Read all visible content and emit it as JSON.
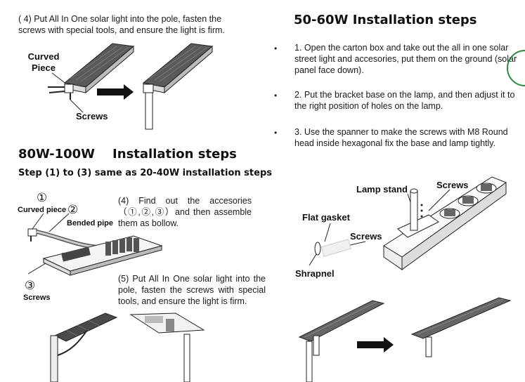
{
  "top_left": {
    "step4_text": "( 4) Put All In One solar light into the pole, fasten the screws with special tools, and ensure the light is firm.",
    "labels": {
      "curved_piece": "Curved Piece",
      "screws": "Screws"
    }
  },
  "section_50_60": {
    "title": "50-60W Installation steps",
    "bullet": "•",
    "steps": [
      "1. Open the carton box and take out the all in one solar street light and accesories, put them on the ground (solar panel face down).",
      "2. Put the bracket base on the lamp, and then adjust it to the right position of holes on the lamp.",
      "3. Use the spanner to make the screws with M8 Round head inside hexagonal fix the base and lamp tightly."
    ],
    "labels": {
      "lamp_stand": "Lamp stand",
      "screws_top": "Screws",
      "flat_gasket": "Flat gasket",
      "screws_mid": "Screws",
      "shrapnel": "Shrapnel"
    }
  },
  "section_80_100": {
    "title": "80W-100W    Installation steps",
    "subtitle": "Step (1) to (3) same as 20-40W installation steps",
    "step4_text": "(4) Find out the accesories（①,②,③）and then assemble them as bollow.",
    "step5_text": "(5) Put All In One solar light into the pole, fasten the screws with special tools, and ensure the light is firm.",
    "labels": {
      "num1": "①",
      "curved_piece": "Curved piece",
      "num2": "②",
      "bended_pipe": "Bended pipe",
      "num3": "③",
      "screws": "Screws"
    }
  },
  "colors": {
    "text": "#1a1a1a",
    "line": "#333333",
    "panel": "#4a4a4a",
    "arrow": "#111111",
    "accent_green": "#2a8c3a"
  }
}
